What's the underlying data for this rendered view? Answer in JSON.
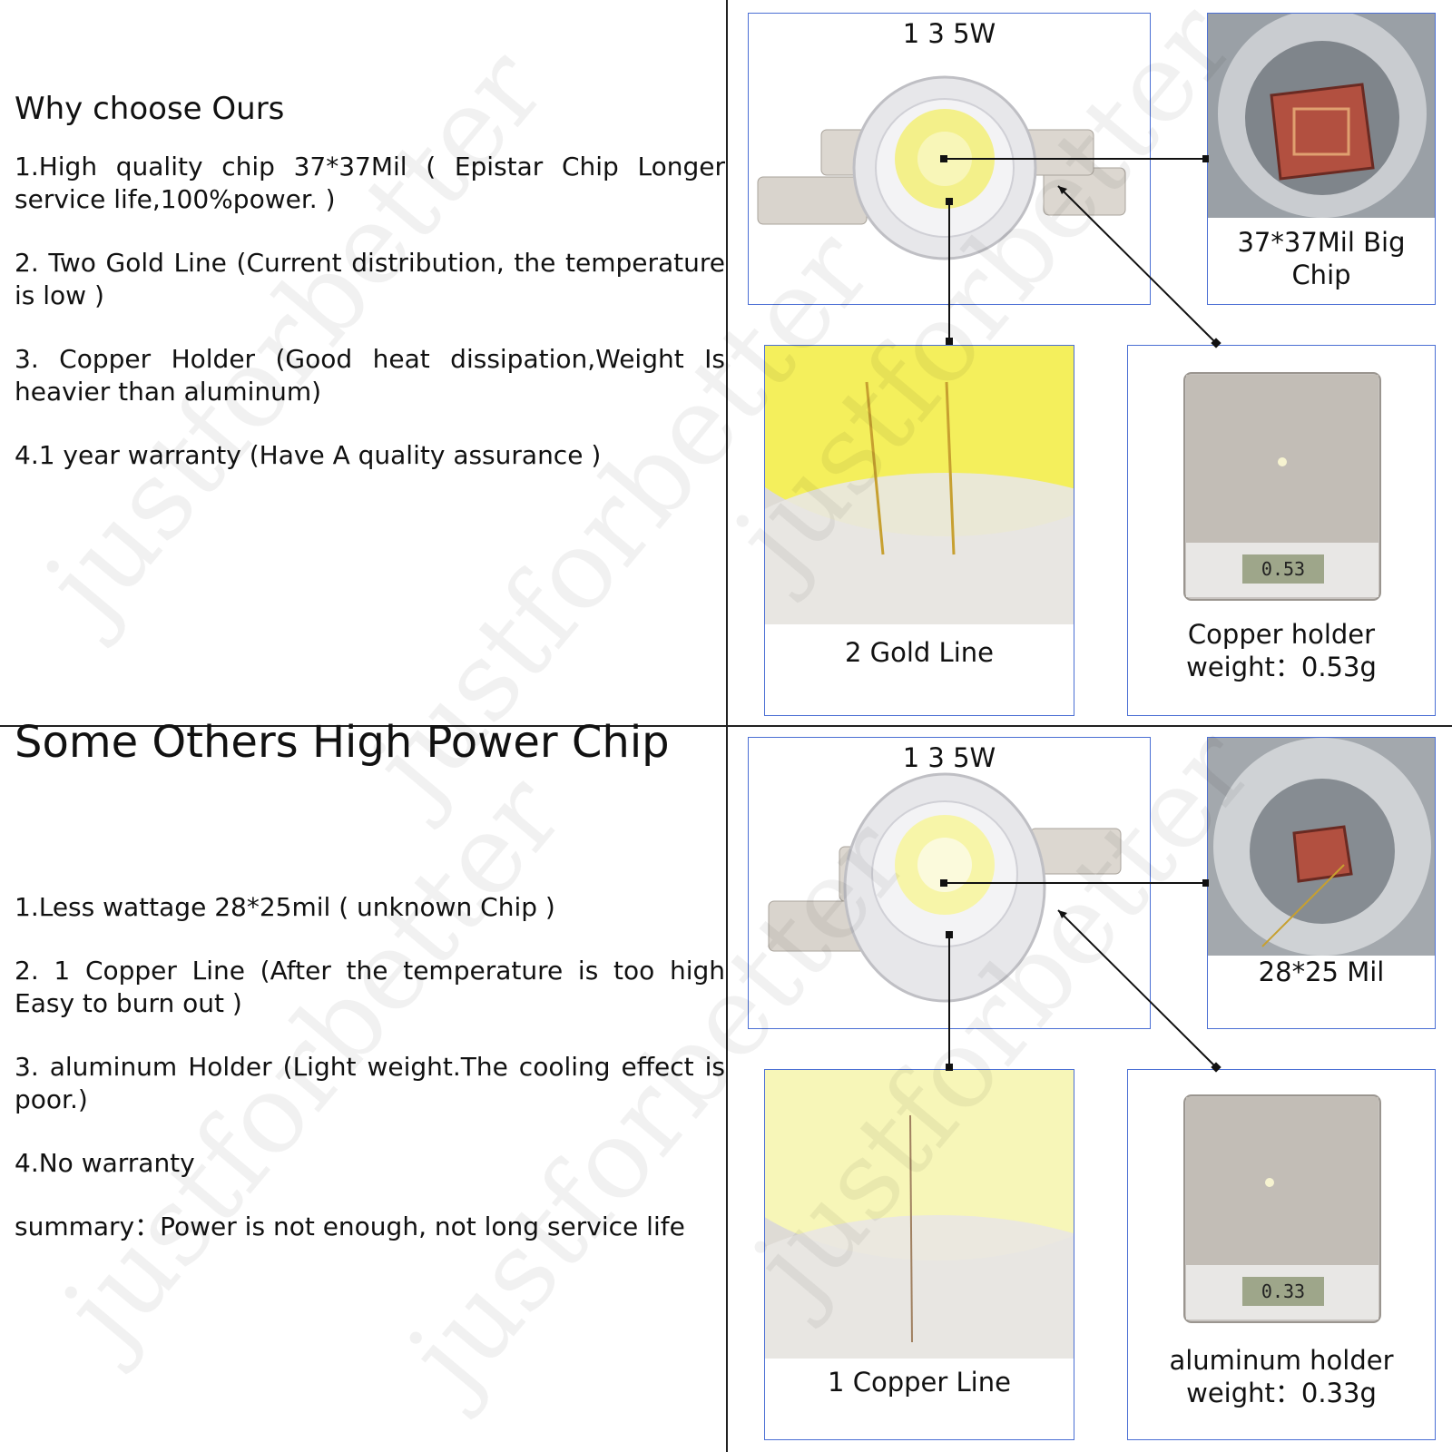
{
  "top_section": {
    "heading": "Why choose Ours",
    "points": [
      "1.High quality chip 37*37Mil  ( Epistar Chip Longer service life,100%power. )",
      "2. Two Gold Line (Current distribution, the temperature is low )",
      "3. Copper Holder (Good heat dissipation,Weight Is heavier than aluminum)",
      "4.1 year warranty (Have A quality assurance )"
    ],
    "led_label": "1 3 5W",
    "chip_label": "37*37Mil Big Chip",
    "line_label": "2 Gold Line",
    "scale_label_line1": "Copper holder",
    "scale_label_line2": "weight：0.53g",
    "scale_display": "0.53"
  },
  "bottom_section": {
    "heading": "Some Others High Power Chip",
    "points": [
      "1.Less wattage 28*25mil ( unknown Chip )",
      "2. 1 Copper Line (After the temperature is too high Easy to burn out )",
      "3. aluminum Holder (Light weight.The cooling effect is poor.)",
      "4.No warranty",
      "summary：Power is not enough, not long service life"
    ],
    "led_label": "1 3 5W",
    "chip_label": "28*25 Mil",
    "line_label": "1 Copper Line",
    "scale_label_line1": "aluminum holder",
    "scale_label_line2": "weight：0.33g",
    "scale_display": "0.33"
  },
  "watermark_text": "justforbetter",
  "colors": {
    "box_border": "#4b6fd4",
    "divider": "#222222",
    "led_yellow": "#f3f08a",
    "copper_chip": "#b25040"
  }
}
